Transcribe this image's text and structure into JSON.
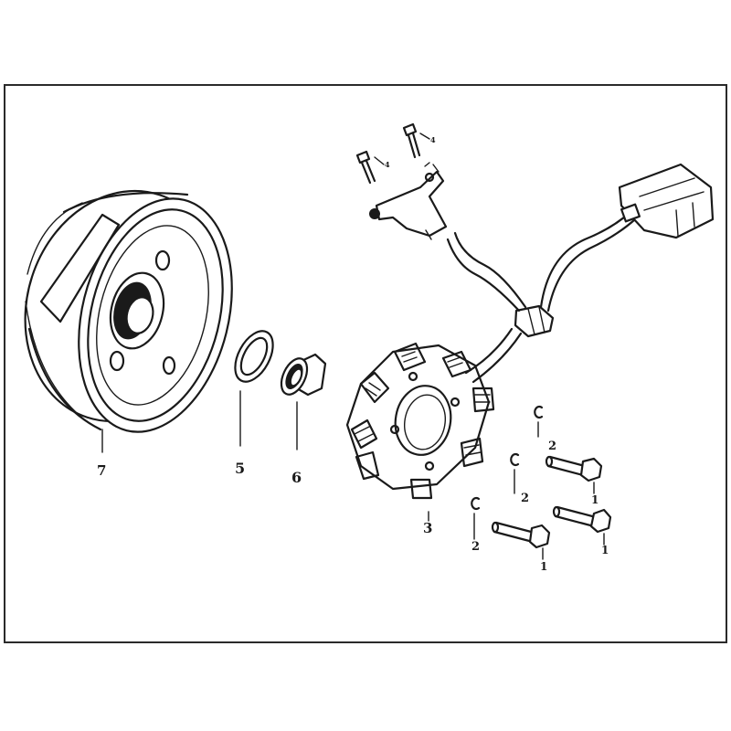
{
  "parts": [
    {
      "ref": "7",
      "name": "flywheel"
    },
    {
      "ref": "5",
      "name": "washer"
    },
    {
      "ref": "6",
      "name": "nut"
    },
    {
      "ref": "3",
      "name": "stator"
    },
    {
      "ref": "2",
      "name": "spring washer"
    },
    {
      "ref": "1",
      "name": "bolt"
    },
    {
      "ref": "4",
      "name": "screw"
    }
  ],
  "labels": {
    "flywheel": "7",
    "washer": "5",
    "nut": "6",
    "stator": "3",
    "lock_washer_a": "2",
    "lock_washer_b": "2",
    "lock_washer_c": "2",
    "bolt_a": "1",
    "bolt_b": "1",
    "bolt_c": "1",
    "screw_a": "4",
    "screw_b": "4"
  }
}
